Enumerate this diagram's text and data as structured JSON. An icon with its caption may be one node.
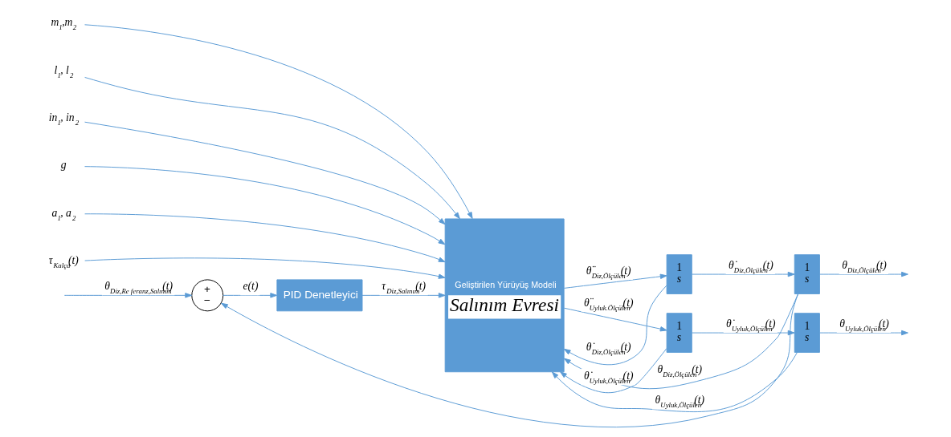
{
  "diagram": {
    "nodes": [
      {
        "text": [
          "+",
          "−"
        ]
      },
      {
        "text": [
          "PID Denetleyici"
        ]
      },
      {
        "text": [
          "Geliştirilen Yürüyüş Modeli",
          "Salınım Evresi"
        ]
      },
      {
        "text": [
          "1",
          "s"
        ]
      },
      {
        "text": [
          "1",
          "s"
        ]
      },
      {
        "text": [
          "1",
          "s"
        ]
      },
      {
        "text": [
          "1",
          "s"
        ]
      },
      {
        "text": [
          "m$_{1}$,m$_{2}$"
        ]
      },
      {
        "text": [
          "l$_{1}$, l$_{2}$"
        ]
      },
      {
        "text": [
          "in$_{1}$, in$_{2}$"
        ]
      },
      {
        "text": [
          "g"
        ]
      },
      {
        "text": [
          "a$_{1}$, a$_{2}$"
        ]
      },
      {
        "text": [
          "τ$_{Kalça}$(t)"
        ]
      }
    ],
    "edges": [
      {
        "from": null,
        "to": 0,
        "arrow": "to",
        "label": "θ$_{Diz,Re feranz,Salınım}$(t)"
      },
      {
        "from": 0,
        "to": 1,
        "arrow": "to",
        "label": "e(t)"
      },
      {
        "from": 1,
        "to": 2,
        "arrow": "to",
        "label": "τ$_{Diz,Salınım}$(t)"
      },
      {
        "from": 7,
        "to": 2,
        "arrow": "to"
      },
      {
        "from": 8,
        "to": 2,
        "arrow": "to"
      },
      {
        "from": 9,
        "to": 2,
        "arrow": "to"
      },
      {
        "from": 10,
        "to": 2,
        "arrow": "to"
      },
      {
        "from": 11,
        "to": 2,
        "arrow": "to"
      },
      {
        "from": 12,
        "to": 2,
        "arrow": "to"
      },
      {
        "from": 4,
        "to": 0,
        "arrow": "to"
      },
      {
        "from": 3,
        "to": 2,
        "arrow": "to",
        "label": "θ̇$_{Diz,Ölçülen}$(t)"
      },
      {
        "from": 4,
        "to": 2,
        "arrow": "to",
        "label": "θ$_{Diz,Ölçülen}$(t)"
      },
      {
        "from": 6,
        "to": 2,
        "arrow": "to",
        "label": "θ$_{Uyluk,Ölçülen}$(t)"
      },
      {
        "from": 5,
        "to": 2,
        "arrow": "to",
        "label": "θ̇$_{Uyluk,Ölçülen}$(t)"
      },
      {
        "from": 2,
        "to": 3,
        "arrow": "to",
        "label": "θ̈$_{Diz,Ölçülen}$(t)"
      },
      {
        "from": 3,
        "to": 4,
        "arrow": "to",
        "label": "θ̇$_{Diz,Ölçülen}$(t)"
      },
      {
        "from": 4,
        "to": null,
        "arrow": "to",
        "label": "θ$_{Diz,Ölçülen}$(t)"
      },
      {
        "from": 2,
        "to": 5,
        "arrow": "to",
        "label": "θ̈$_{Uyluk.Ölçülen}$(t)"
      },
      {
        "from": 5,
        "to": 6,
        "arrow": "to",
        "label": "θ̇$_{Uyluk,Ölçülen}$(t)"
      },
      {
        "from": 6,
        "to": null,
        "arrow": "to",
        "label": "θ$_{Uyluk,Ölçülen}$(t)"
      }
    ]
  }
}
